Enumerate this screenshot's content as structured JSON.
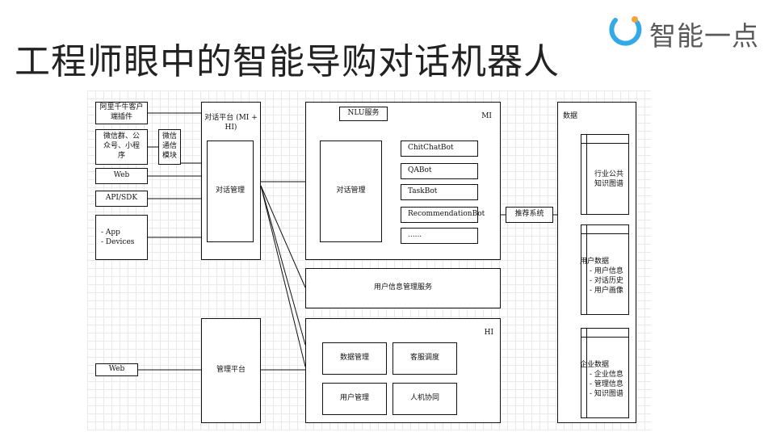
{
  "title": "工程师眼中的智能导购对话机器人",
  "logo": {
    "text": "智能一点",
    "ring_color": "#33a9e6",
    "ring_dot_color": "#f2a33a"
  },
  "channels": {
    "qianniu": "阿里千牛客户端插件",
    "wechat": "微信群、公众号、小程序",
    "wechat_module": "微信通信模块",
    "web": "Web",
    "api": "API/SDK",
    "app_line1": "- App",
    "app_line2": "- Devices",
    "web2": "Web"
  },
  "dialog_platform": {
    "title": "对话平台 (MI + HI)",
    "manager": "对话管理"
  },
  "mi": {
    "label": "MI",
    "nlu": "NLU服务",
    "manager": "对话管理",
    "bots": [
      "ChitChatBot",
      "QABot",
      "TaskBot",
      "RecommendationBot",
      "......"
    ]
  },
  "recommend": "推荐系统",
  "user_info_service": "用户信息管理服务",
  "hi": {
    "label": "HI",
    "data_mgmt": "数据管理",
    "cs_dispatch": "客服调度",
    "user_mgmt": "用户管理",
    "human_machine": "人机协同"
  },
  "admin_platform": "管理平台",
  "data_panel": {
    "label": "数据",
    "industry": "行业公共知识图谱",
    "user_data_title": "用户数据",
    "user_data_items": [
      "用户信息",
      "对话历史",
      "用户画像"
    ],
    "enterprise_title": "企业数据",
    "enterprise_items": [
      "企业信息",
      "管理信息",
      "知识图谱"
    ]
  }
}
